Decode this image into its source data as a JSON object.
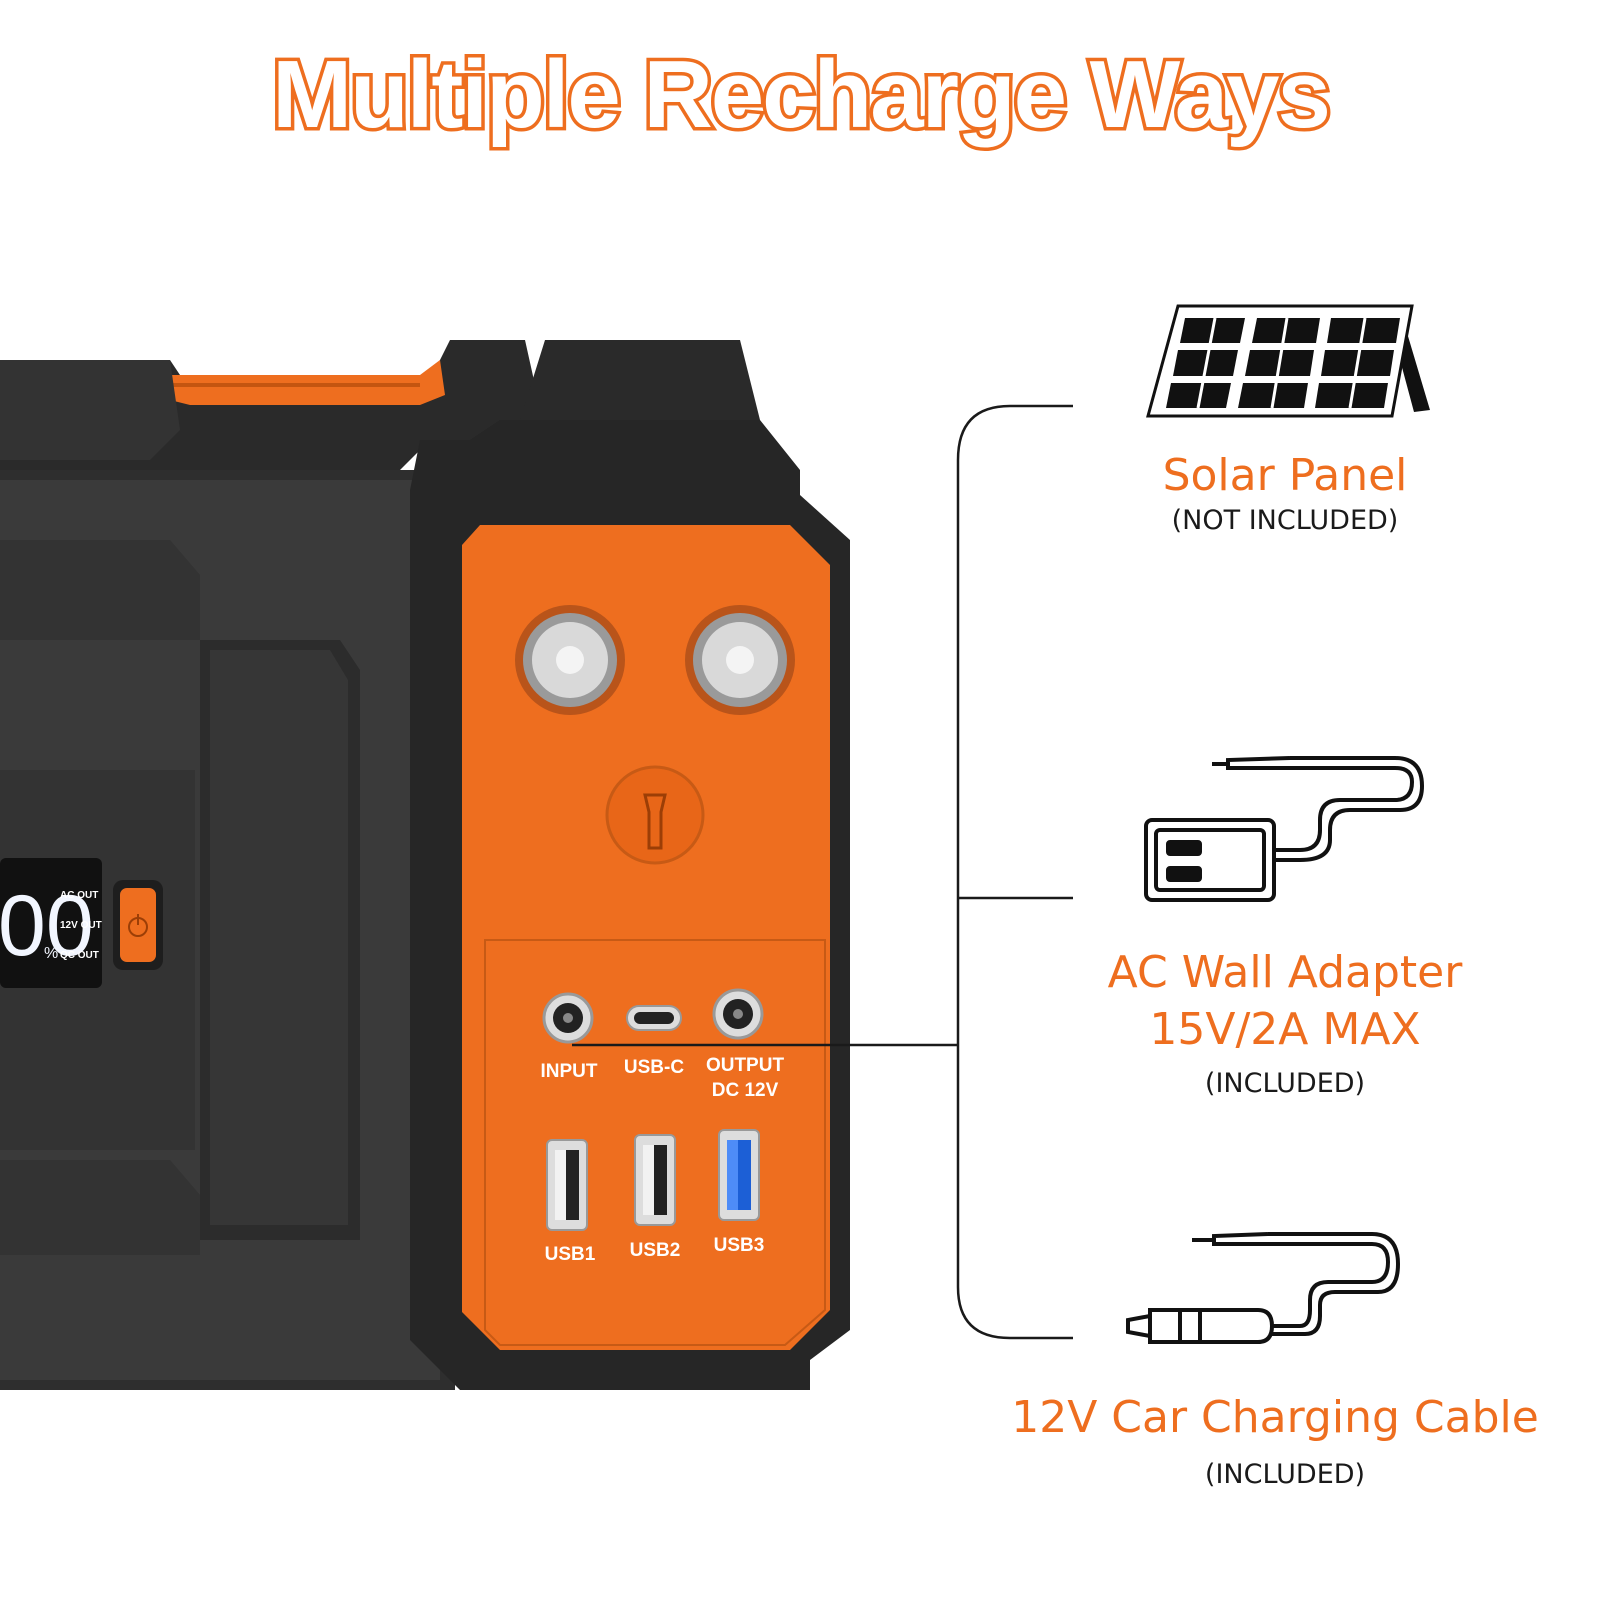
{
  "title": "Multiple Recharge Ways",
  "brand_color": "#ee6e1f",
  "device": {
    "display_digits": "00",
    "display_percent": "%",
    "display_labels": [
      "AC  OUT",
      "12V  OUT",
      "QC  OUT"
    ],
    "ports": [
      {
        "id": "input",
        "label": "INPUT"
      },
      {
        "id": "usbc",
        "label": "USB-C"
      },
      {
        "id": "output",
        "label": "OUTPUT",
        "label2": "DC 12V"
      }
    ],
    "usb_ports": [
      {
        "id": "usb1",
        "label": "USB1"
      },
      {
        "id": "usb2",
        "label": "USB2"
      },
      {
        "id": "usb3",
        "label": "USB3"
      }
    ]
  },
  "methods": [
    {
      "name": "Solar Panel",
      "note": "(NOT INCLUDED)",
      "icon": "solar-panel-icon"
    },
    {
      "name": "AC Wall Adapter",
      "name2": "15V/2A MAX",
      "note": "(INCLUDED)",
      "icon": "ac-adapter-icon"
    },
    {
      "name": "12V Car Charging Cable",
      "note": "(INCLUDED)",
      "icon": "car-charger-icon"
    }
  ]
}
